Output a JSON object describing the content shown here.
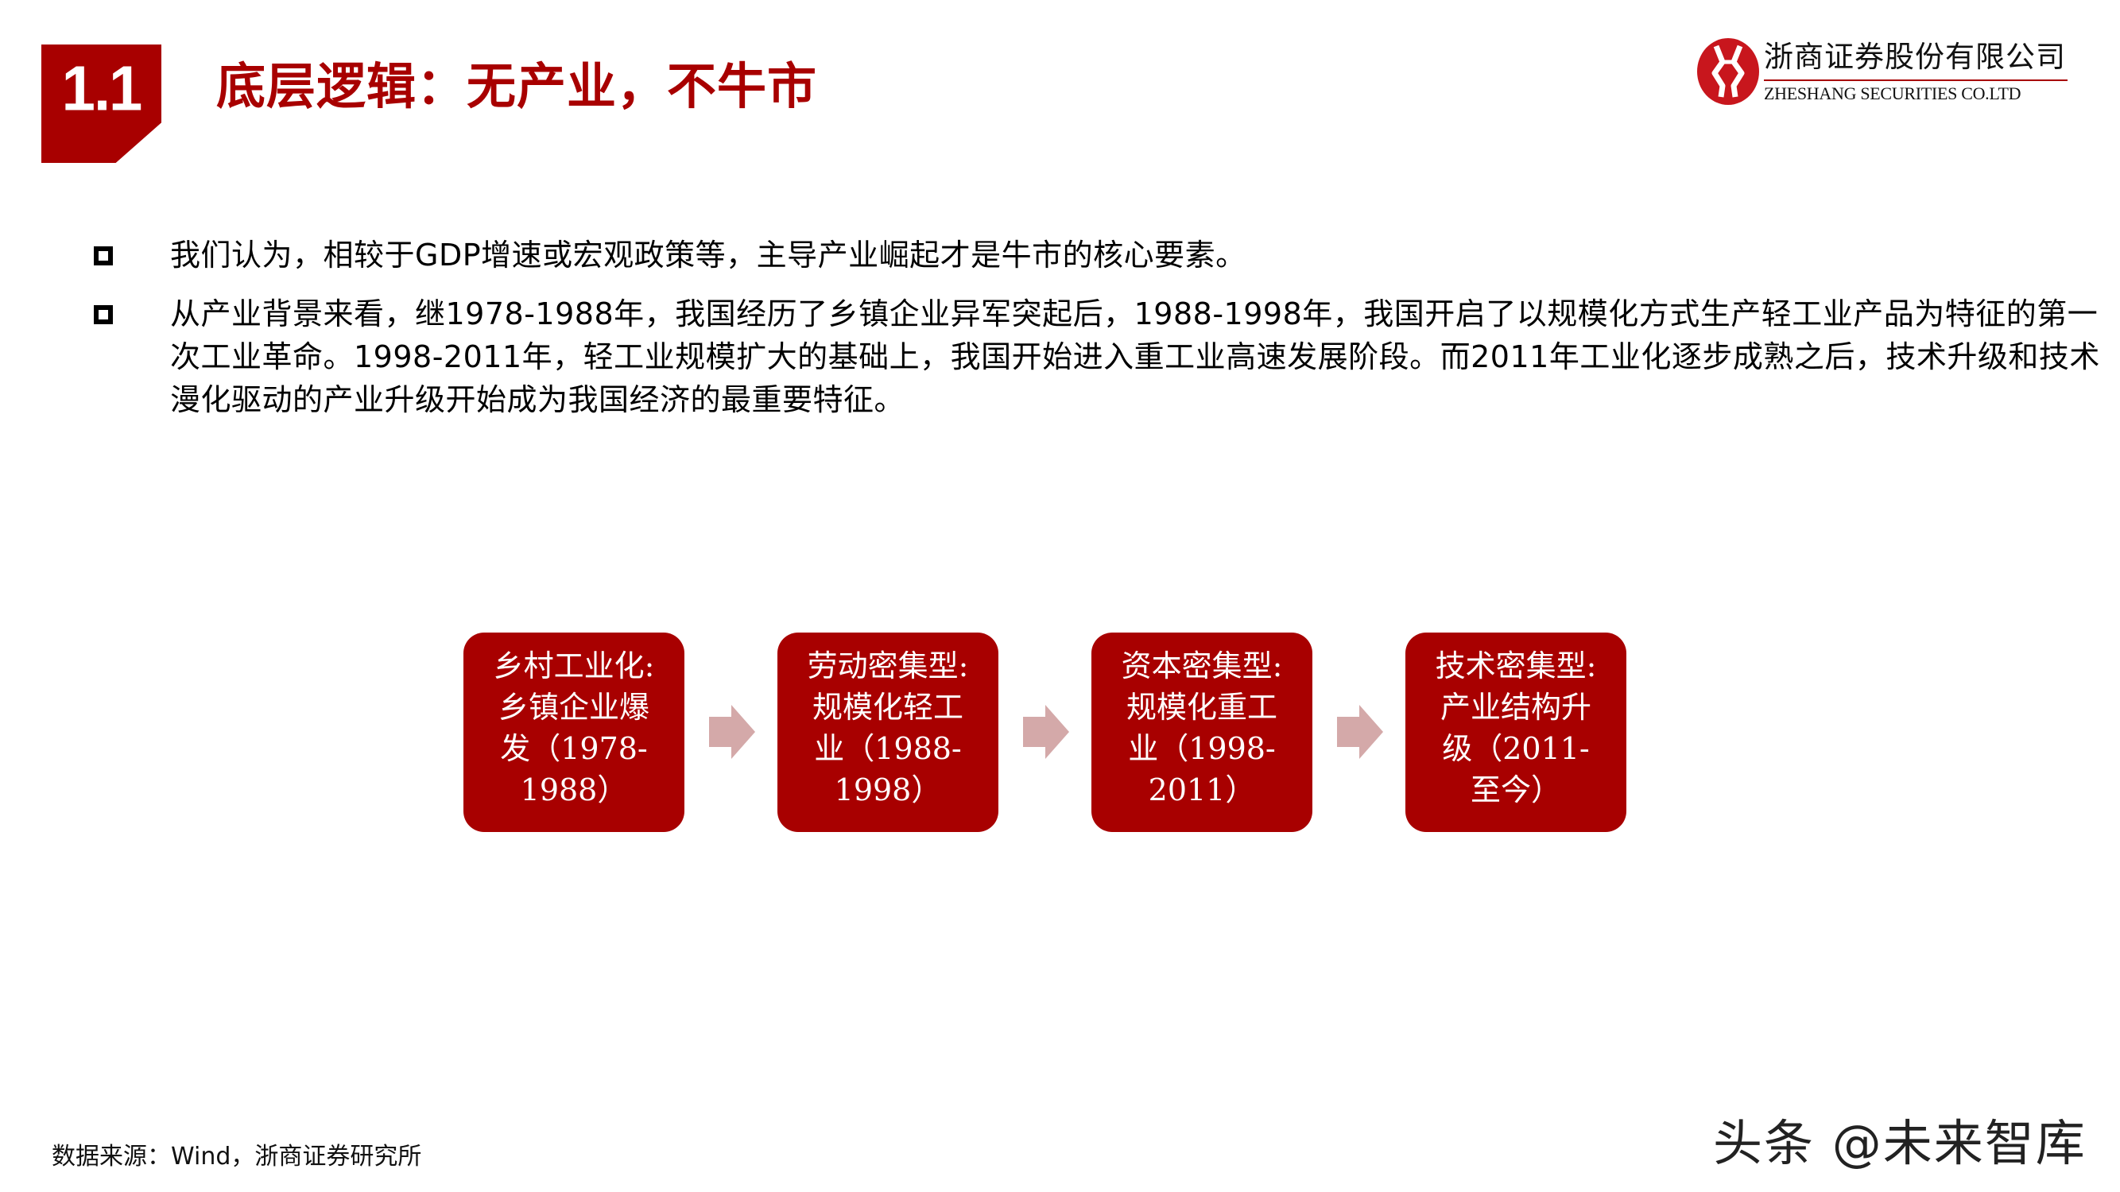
{
  "header": {
    "section_number": "1.1",
    "title": "底层逻辑：无产业，不牛市",
    "logo": {
      "icon": "zheshang-logo-icon",
      "name_zh": "浙商证券股份有限公司",
      "name_en": "ZHESHANG SECURITIES CO.LTD"
    }
  },
  "bullets": [
    {
      "icon": "square-bullet-icon",
      "text": "我们认为，相较于GDP增速或宏观政策等，主导产业崛起才是牛市的核心要素。"
    },
    {
      "icon": "square-bullet-icon",
      "text": "从产业背景来看，继1978-1988年，我国经历了乡镇企业异军突起后，1988-1998年，我国开启了以规模化方式生产轻工业产品为特征的第一次工业革命。1998-2011年，轻工业规模扩大的基础上，我国开始进入重工业高速发展阶段。而2011年工业化逐步成熟之后，技术升级和技术漫化驱动的产业升级开始成为我国经济的最重要特征。"
    }
  ],
  "flow": {
    "stages": [
      {
        "lines": [
          "乡村工业化:",
          "乡镇企业爆",
          "发（1978-",
          "1988）"
        ]
      },
      {
        "lines": [
          "劳动密集型:",
          "规模化轻工",
          "业（1988-",
          "1998）"
        ]
      },
      {
        "lines": [
          "资本密集型:",
          "规模化重工",
          "业（1998-",
          "2011）"
        ]
      },
      {
        "lines": [
          "技术密集型:",
          "产业结构升",
          "级（2011-",
          "至今）"
        ]
      }
    ],
    "arrow_icon": "right-arrow-icon",
    "colors": {
      "box": "#A80000",
      "arrow": "#D4A9A9"
    }
  },
  "footer": {
    "source": "数据来源：Wind，浙商证券研究所",
    "watermark": "头条 @未来智库"
  },
  "colors": {
    "accent": "#A80000",
    "text": "#000000",
    "background": "#FFFFFF"
  }
}
